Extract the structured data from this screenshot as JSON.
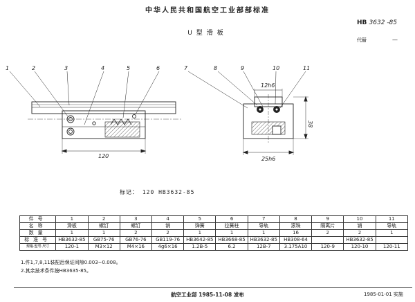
{
  "header": {
    "org_title": "中华人民共和国航空工业部部标准",
    "standard_prefix": "HB",
    "standard_number": "3632 -85",
    "title": "U型滑板",
    "replaces_label": "代替",
    "replaces_value": "—"
  },
  "drawing": {
    "callouts": [
      "1",
      "2",
      "3",
      "4",
      "5",
      "6",
      "7",
      "8",
      "9",
      "10",
      "11"
    ],
    "dim_length": "120",
    "dim_height": "38",
    "dim_slot": "12h6",
    "dim_width": "25h6"
  },
  "marking": "标记：  120    HB3632-85",
  "table": {
    "row_headers": [
      "件号",
      "名称",
      "数量",
      "标准号",
      "规格·型号·尺寸"
    ],
    "columns": [
      {
        "part_no": "1",
        "name": "滑板",
        "qty": "1",
        "standard": "HB3632-85",
        "spec": "120-1"
      },
      {
        "part_no": "2",
        "name": "螺钉",
        "qty": "1",
        "standard": "GB75-76",
        "spec": "M3×12"
      },
      {
        "part_no": "3",
        "name": "螺钉",
        "qty": "2",
        "standard": "GB76-76",
        "spec": "M4×16"
      },
      {
        "part_no": "4",
        "name": "销",
        "qty": "2",
        "standard": "GB119-76",
        "spec": "4g6×16"
      },
      {
        "part_no": "5",
        "name": "弹簧",
        "qty": "1",
        "standard": "HB3642-85",
        "spec": "1.2B-5"
      },
      {
        "part_no": "6",
        "name": "拉簧柱",
        "qty": "1",
        "standard": "HB3668-85",
        "spec": "6.2"
      },
      {
        "part_no": "7",
        "name": "导轨",
        "qty": "1",
        "standard": "HB3632-85",
        "spec": "12B-7"
      },
      {
        "part_no": "8",
        "name": "滚珠",
        "qty": "16",
        "standard": "HB308-64",
        "spec": "3.175A10"
      },
      {
        "part_no": "9",
        "name": "隔离片",
        "qty": "2",
        "standard": "",
        "spec": "120-9"
      },
      {
        "part_no": "10",
        "name": "销",
        "qty": "2",
        "standard": "HB3632-85",
        "spec": "120-10"
      },
      {
        "part_no": "11",
        "name": "导轨",
        "qty": "1",
        "standard": "",
        "spec": "120-11"
      }
    ]
  },
  "notes": [
    "1.件1,7,8,11装配后保证间隙0.003~0.008。",
    "2.其余技术条件按HB3635-85。"
  ],
  "footer": {
    "issuer": "航空工业部 1985-11-08 发布",
    "effective": "1985-01-01 实施"
  }
}
